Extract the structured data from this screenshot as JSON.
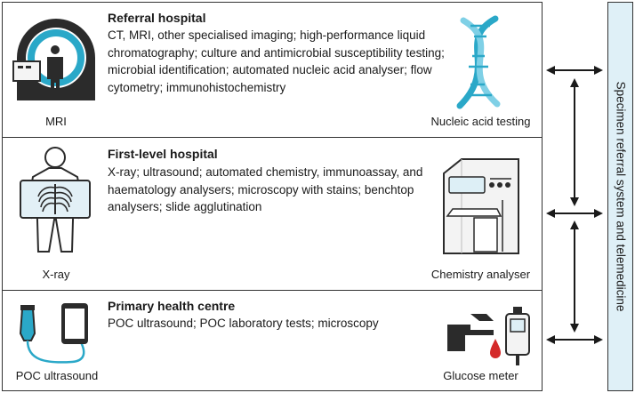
{
  "tiers": [
    {
      "title": "Referral hospital",
      "description": "CT, MRI, other specialised imaging; high-performance liquid chromatography; culture and antimicrobial susceptibility testing; microbial identification; automated nucleic acid analyser; flow cytometry; immunohistochemistry",
      "left_icon": "mri-scanner-icon",
      "left_caption": "MRI",
      "right_icon": "dna-helix-icon",
      "right_caption": "Nucleic acid testing"
    },
    {
      "title": "First-level hospital",
      "description": "X-ray; ultrasound; automated chemistry, immunoassay, and haematology analysers; microscopy with stains; benchtop analysers; slide agglutination",
      "left_icon": "xray-body-icon",
      "left_caption": "X-ray",
      "right_icon": "chemistry-analyser-icon",
      "right_caption": "Chemistry analyser"
    },
    {
      "title": "Primary health centre",
      "description": "POC ultrasound; POC laboratory tests; microscopy",
      "left_icon": "poc-ultrasound-icon",
      "left_caption": "POC ultrasound",
      "right_icon": "glucose-meter-icon",
      "right_caption": "Glucose meter"
    }
  ],
  "side_label": "Specimen referral system and telemedicine",
  "colors": {
    "teal": "#2aa8c8",
    "dark": "#2b2b2b",
    "side_fill": "#dff0f7",
    "blood": "#d42a2a"
  }
}
